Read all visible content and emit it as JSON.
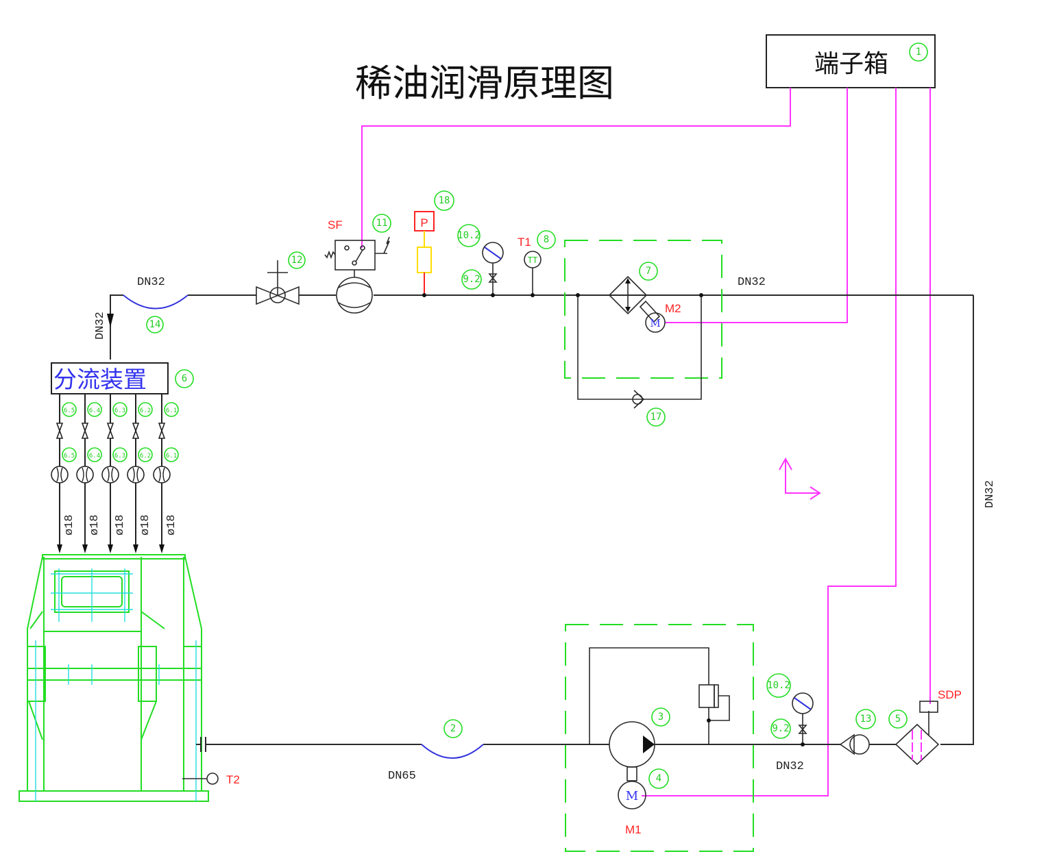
{
  "title": "稀油润滑原理图",
  "terminal_box": {
    "label": "端子箱",
    "tag": "1"
  },
  "splitter": {
    "label": "分流装置",
    "tag": "6"
  },
  "pipe_labels": {
    "inlet_top": "DN32",
    "inlet_vertical": "DN32",
    "main_top_right": "DN32",
    "right_vertical": "DN32",
    "return_bottom": "DN65",
    "pump_outlet": "DN32"
  },
  "branch_tags_upper": [
    "6.5",
    "6.4",
    "6.3",
    "6.2",
    "6.1"
  ],
  "branch_tags_lower": [
    "6.5",
    "6.4",
    "6.3",
    "6.2",
    "6.1"
  ],
  "branch_pipe_labels": [
    "ø18",
    "ø18",
    "ø18",
    "ø18",
    "ø18"
  ],
  "component_tags": {
    "hose_top": "14",
    "gate_valve": "12",
    "flow_switch": "11",
    "pressure_transmitter": "18",
    "gauge_top": "10.2",
    "gauge_valve_top": "9.2",
    "temp_sensor": "8",
    "cooler": "7",
    "bypass_check": "17",
    "hose_bottom": "2",
    "pump": "3",
    "pump_motor": "4",
    "gauge_bottom": "10.2",
    "gauge_valve_bottom": "9.2",
    "check_valve_bottom": "13",
    "filter": "5"
  },
  "instrument_labels": {
    "flow_switch": "SF",
    "temp_top": "T1",
    "temp_bottom": "T2",
    "cooler_motor": "M2",
    "pump_motor": "M1",
    "diff_pressure": "SDP",
    "pressure_box": "P",
    "motor_glyph": "M",
    "temp_glyph": "TT"
  },
  "colors": {
    "pipe": "#2a2a2a",
    "signal_wire": "#ff33ff",
    "tag": "#22dd22",
    "instrument_label": "#ff2222",
    "hose": "#3333dd",
    "equipment": "#22dd22",
    "centerline": "#22dddd"
  }
}
